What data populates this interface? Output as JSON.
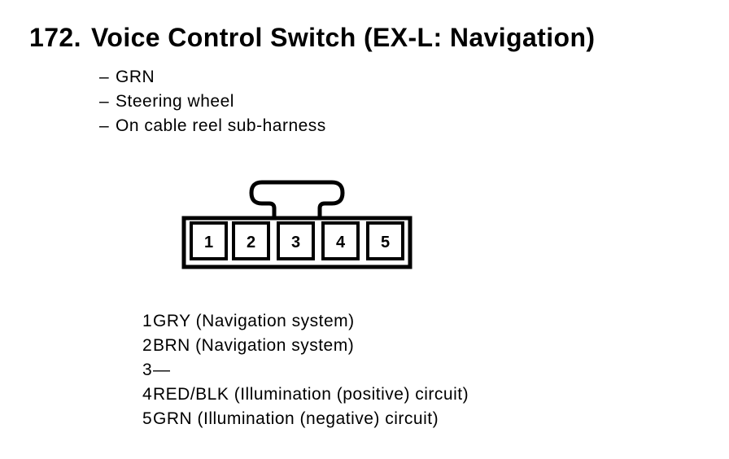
{
  "header": {
    "number": "172.",
    "title": "Voice Control Switch (EX-L: Navigation)",
    "bullet_dash": "–",
    "bullets": [
      "GRN",
      "Steering wheel",
      "On cable reel sub-harness"
    ]
  },
  "connector": {
    "description": "5-cavity connector, front view, latch tab on top",
    "pin_numbers": [
      "1",
      "2",
      "3",
      "4",
      "5"
    ]
  },
  "pins": [
    {
      "number": "1",
      "description": "GRY (Navigation system)"
    },
    {
      "number": "2",
      "description": "BRN (Navigation system)"
    },
    {
      "number": "3",
      "description": "—"
    },
    {
      "number": "4",
      "description": "RED/BLK (Illumination (positive) circuit)"
    },
    {
      "number": "5",
      "description": "GRN (Illumination (negative) circuit)"
    }
  ],
  "colors": {
    "ink": "#000000",
    "background": "#ffffff"
  }
}
